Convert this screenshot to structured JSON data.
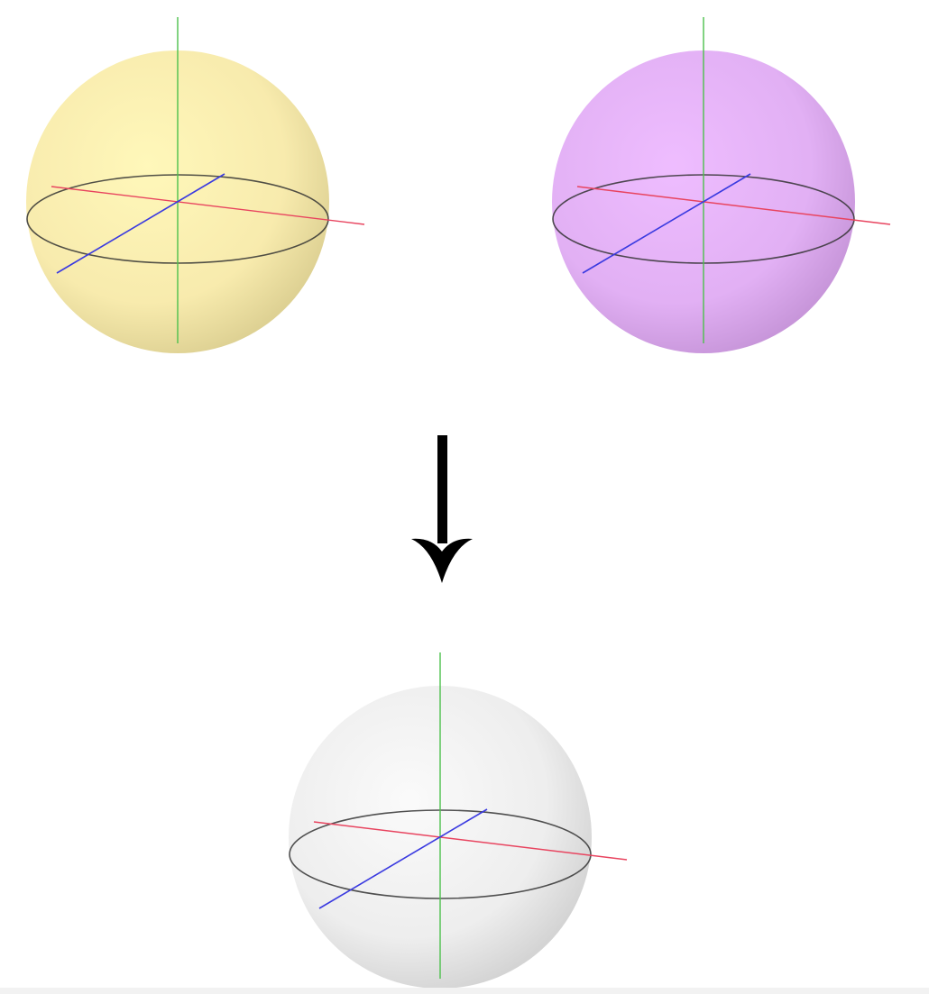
{
  "spheres": [
    {
      "id": "sphere-yellow",
      "fill": "#f7e9a6"
    },
    {
      "id": "sphere-purple",
      "fill": "#dfa9f3"
    },
    {
      "id": "sphere-result",
      "fill": "#ececec"
    }
  ],
  "axis_colors": {
    "x_axis": "#e8445f",
    "y_axis": "#4cc04c",
    "z_axis": "#3a3ae0",
    "equator": "#333333"
  },
  "arrow": {
    "color": "#000000",
    "direction": "down"
  }
}
